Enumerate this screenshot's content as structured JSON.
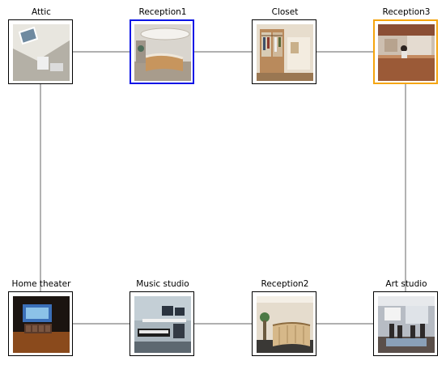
{
  "nodes": [
    {
      "id": "attic",
      "label": "Attic",
      "icon": "attic-photo-icon"
    },
    {
      "id": "reception1",
      "label": "Reception1",
      "icon": "reception-photo-icon",
      "highlight": "#0a14e6"
    },
    {
      "id": "closet",
      "label": "Closet",
      "icon": "closet-photo-icon"
    },
    {
      "id": "reception3",
      "label": "Reception3",
      "icon": "reception-photo-icon",
      "highlight": "#f5a50f"
    },
    {
      "id": "home_theater",
      "label": "Home theater",
      "icon": "home-theater-photo-icon"
    },
    {
      "id": "music_studio",
      "label": "Music studio",
      "icon": "music-studio-photo-icon"
    },
    {
      "id": "reception2",
      "label": "Reception2",
      "icon": "reception-photo-icon"
    },
    {
      "id": "art_studio",
      "label": "Art studio",
      "icon": "art-studio-photo-icon"
    }
  ],
  "edges": [
    [
      "attic",
      "reception1"
    ],
    [
      "reception1",
      "closet"
    ],
    [
      "closet",
      "reception3"
    ],
    [
      "attic",
      "home_theater"
    ],
    [
      "reception3",
      "art_studio"
    ],
    [
      "home_theater",
      "music_studio"
    ],
    [
      "music_studio",
      "reception2"
    ],
    [
      "reception2",
      "art_studio"
    ]
  ],
  "colors": {
    "edge": "#808080",
    "selected_primary": "#0a14e6",
    "selected_secondary": "#f5a50f",
    "frame": "#000000"
  }
}
